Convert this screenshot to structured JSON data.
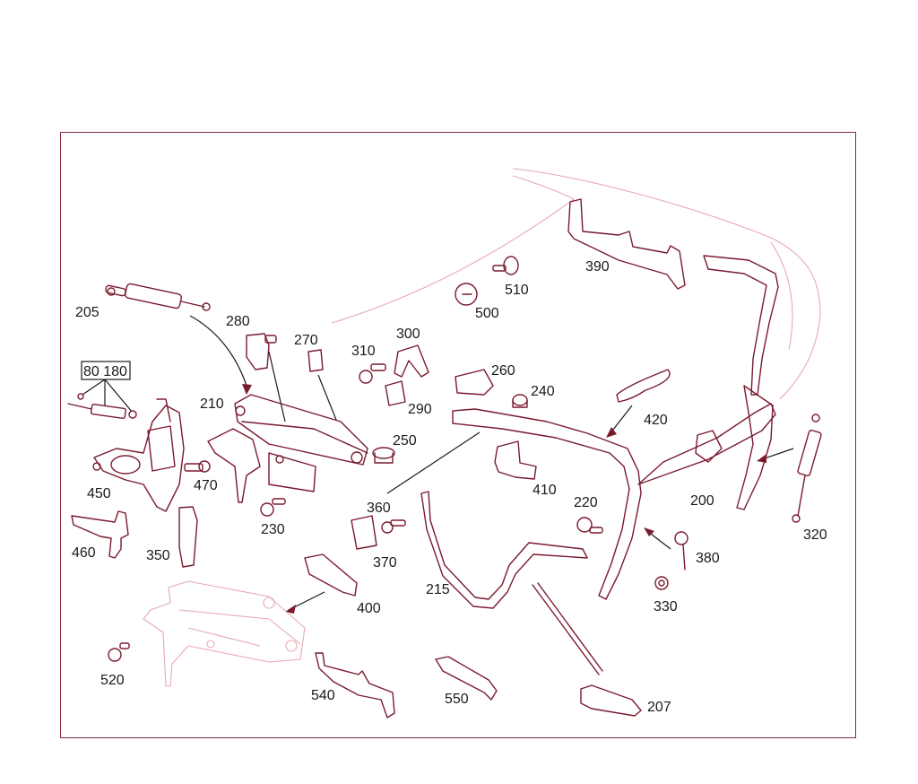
{
  "colors": {
    "frame": "#8a2a3a",
    "part": "#7a1a2e",
    "ghost": "#e7a8b4",
    "text": "#1a1a1a"
  },
  "labels": {
    "p205": "205",
    "p80_180": "80 180",
    "p450": "450",
    "p460": "460",
    "p470": "470",
    "p350": "350",
    "p210": "210",
    "p280": "280",
    "p270": "270",
    "p230": "230",
    "p250": "250",
    "p310": "310",
    "p300": "300",
    "p290": "290",
    "p360": "360",
    "p370": "370",
    "p400": "400",
    "p520": "520",
    "p540": "540",
    "p550": "550",
    "p500": "500",
    "p510": "510",
    "p390": "390",
    "p260": "260",
    "p240": "240",
    "p410": "410",
    "p420": "420",
    "p215": "215",
    "p220": "220",
    "p200": "200",
    "p380": "380",
    "p330": "330",
    "p320": "320",
    "p207": "207"
  }
}
